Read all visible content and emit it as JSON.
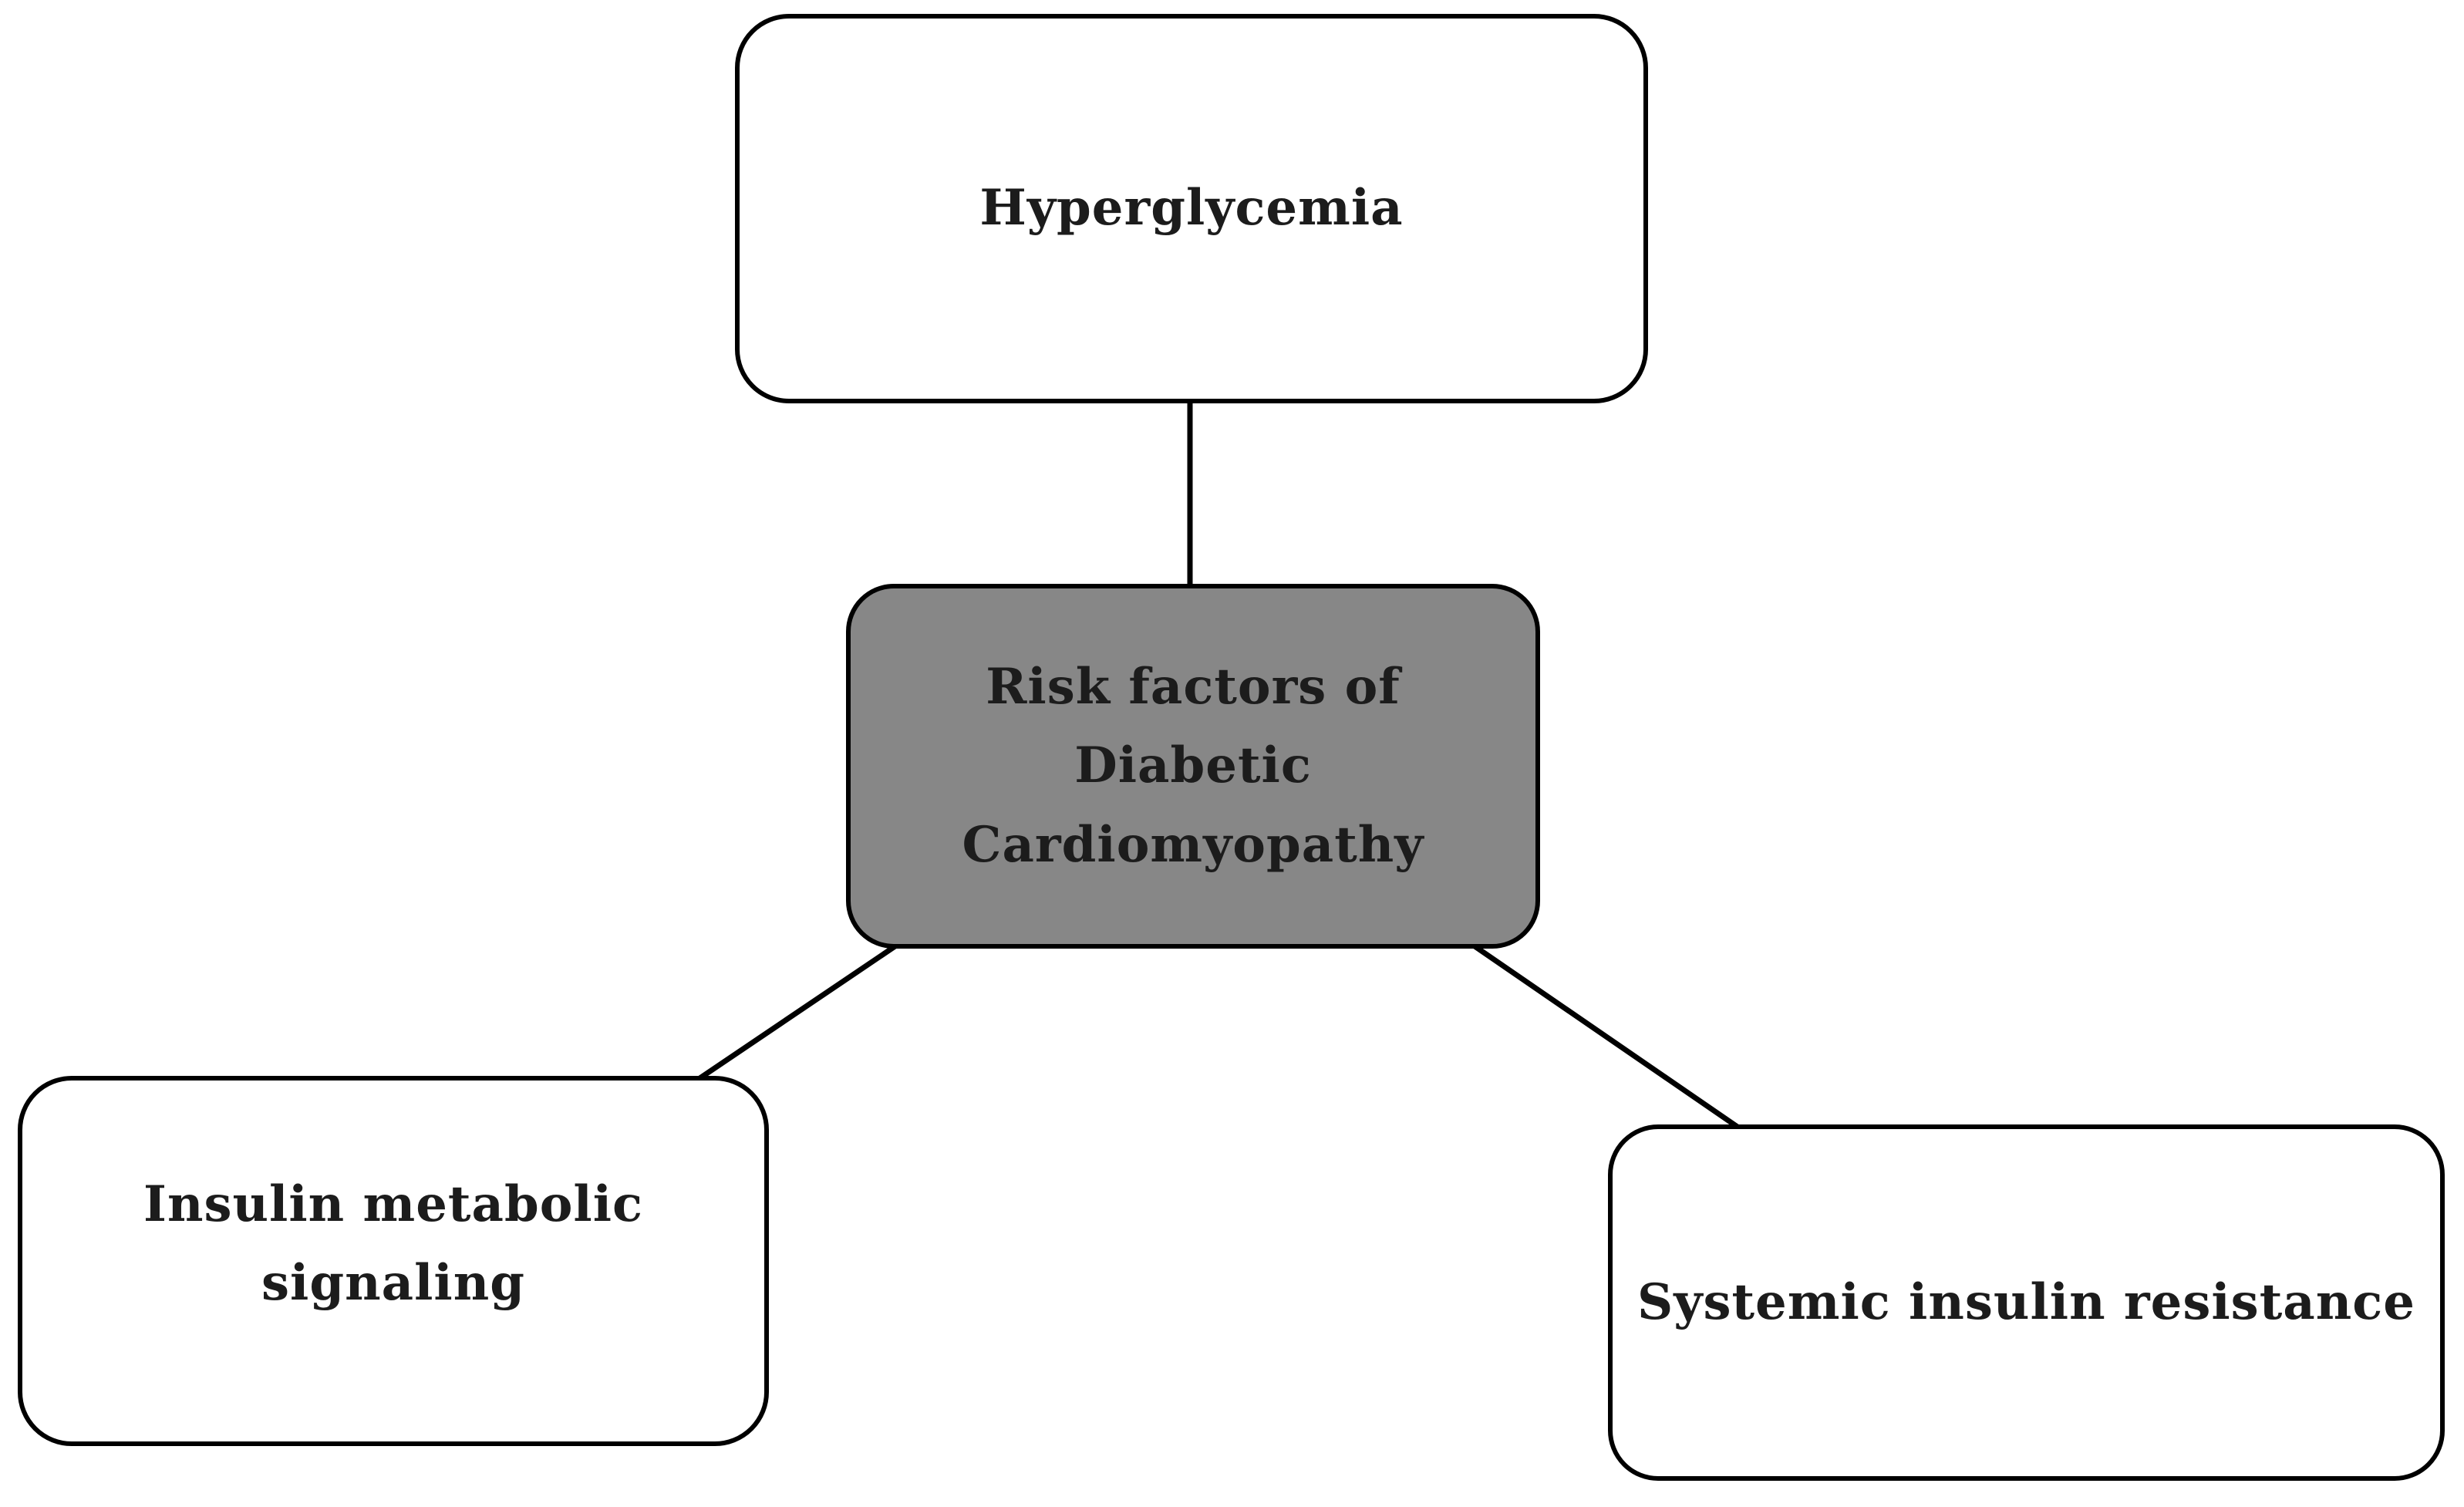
{
  "figure": {
    "type": "flow-diagram",
    "background": "#ffffff",
    "colors": {
      "node_fill_default": "#ffffff",
      "node_fill_central": "#878787",
      "border": "#000000",
      "connector": "#000000",
      "text": "#1c1c1c"
    },
    "nodes": [
      {
        "id": "hyperglycemia",
        "role": "factor",
        "fill": "#ffffff",
        "label": "Hyperglycemia"
      },
      {
        "id": "risk-factors",
        "role": "central",
        "fill": "#878787",
        "label": "Risk factors of\nDiabetic\nCardiomyopathy"
      },
      {
        "id": "insulin-metabolic-signaling",
        "role": "factor",
        "fill": "#ffffff",
        "label": "Insulin metabolic\nsignaling"
      },
      {
        "id": "systemic-insulin-resistance",
        "role": "factor",
        "fill": "#ffffff",
        "label": "Systemic insulin resistance"
      }
    ],
    "edges": [
      {
        "from": "hyperglycemia",
        "to": "risk-factors"
      },
      {
        "from": "risk-factors",
        "to": "insulin-metabolic-signaling"
      },
      {
        "from": "risk-factors",
        "to": "systemic-insulin-resistance"
      }
    ]
  }
}
